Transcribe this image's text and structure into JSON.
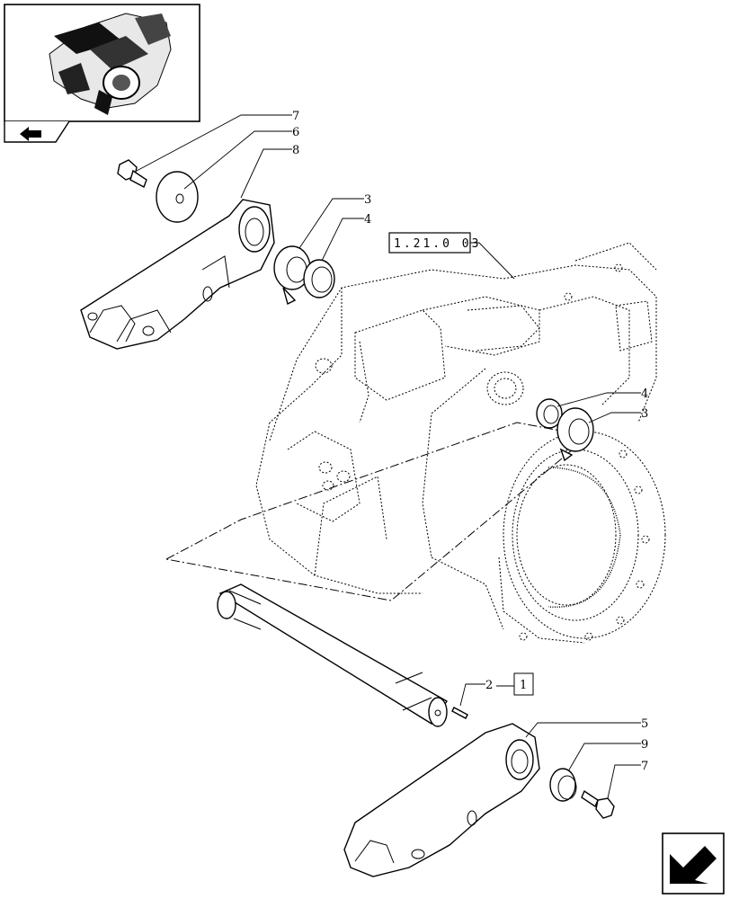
{
  "callouts": {
    "top_bolt": "7",
    "top_washer": "6",
    "top_arm": "8",
    "top_ring": "3",
    "top_seal": "4",
    "right_seal": "4",
    "right_ring": "3",
    "pin": "2",
    "shaft_ref": "1",
    "bottom_arm": "5",
    "bottom_cap": "9",
    "bottom_bolt": "7"
  },
  "reference_box": "1.21.0 03",
  "icons": {
    "thumbnail": "transmission-housing-thumbnail",
    "nav_back": "arrow-back-icon",
    "nav_next": "arrow-next-icon"
  }
}
